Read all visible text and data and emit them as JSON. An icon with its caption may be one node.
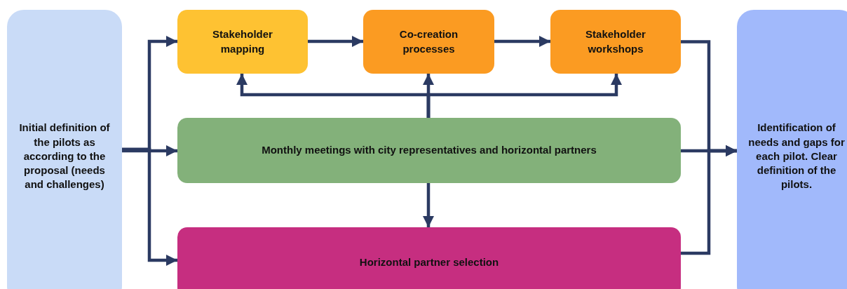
{
  "diagram": {
    "nodes": [
      {
        "text": [
          "Initial definition of the pilots as according to the proposal (needs and challenges)"
        ]
      },
      {
        "text": [
          "Stakeholder mapping"
        ]
      },
      {
        "text": [
          "Co-creation processes"
        ]
      },
      {
        "text": [
          "Stakeholder workshops"
        ]
      },
      {
        "text": [
          "Monthly meetings with city representatives and horizontal partners"
        ]
      },
      {
        "text": [
          "Horizontal partner selection"
        ]
      },
      {
        "text": [
          "Identification of needs and gaps for each pilot. Clear definition of the pilots."
        ]
      }
    ],
    "edges": [
      {
        "from": 0,
        "to": 1,
        "arrow": "to"
      },
      {
        "from": 0,
        "to": 4,
        "arrow": "to"
      },
      {
        "from": 0,
        "to": 5,
        "arrow": "to"
      },
      {
        "from": 1,
        "to": 2,
        "arrow": "to"
      },
      {
        "from": 2,
        "to": 3,
        "arrow": "to"
      },
      {
        "from": 4,
        "to": 1,
        "arrow": "to"
      },
      {
        "from": 4,
        "to": 2,
        "arrow": "to"
      },
      {
        "from": 4,
        "to": 3,
        "arrow": "to"
      },
      {
        "from": 4,
        "to": 5,
        "arrow": "to"
      },
      {
        "from": 3,
        "to": 6,
        "arrow": "to"
      },
      {
        "from": 4,
        "to": 6,
        "arrow": "to"
      },
      {
        "from": 5,
        "to": 6,
        "arrow": "to"
      }
    ]
  }
}
